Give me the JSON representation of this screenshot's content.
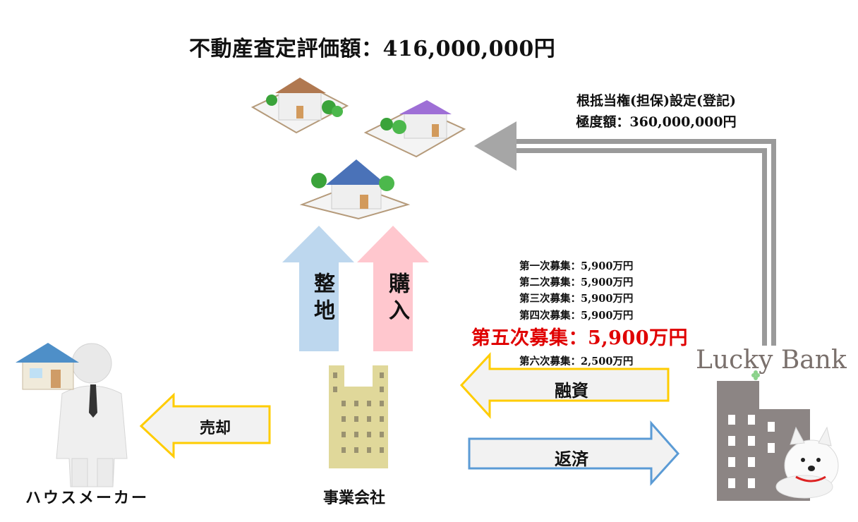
{
  "valuation": "不動産査定評価額：416,000,000円",
  "mortgage": {
    "line1": "根抵当権(担保)設定(登記)",
    "line2": "極度額：360,000,000円"
  },
  "arrows": {
    "leveling": "整地",
    "purchase": "購入",
    "sale": "売却",
    "loan": "融資",
    "repayment": "返済"
  },
  "rounds": [
    "第一次募集：5,900万円",
    "第二次募集：5,900万円",
    "第三次募集：5,900万円",
    "第四次募集：5,900万円",
    "第五次募集：5,900万円",
    "第六次募集：2,500万円"
  ],
  "highlight_color": "#e00000",
  "captions": {
    "housemaker": "ハウスメーカー",
    "company": "事業会社"
  },
  "brand": "Lucky Bank",
  "icons": [
    "house-icon",
    "person-icon",
    "building-icon",
    "dog-icon",
    "clover-icon"
  ]
}
